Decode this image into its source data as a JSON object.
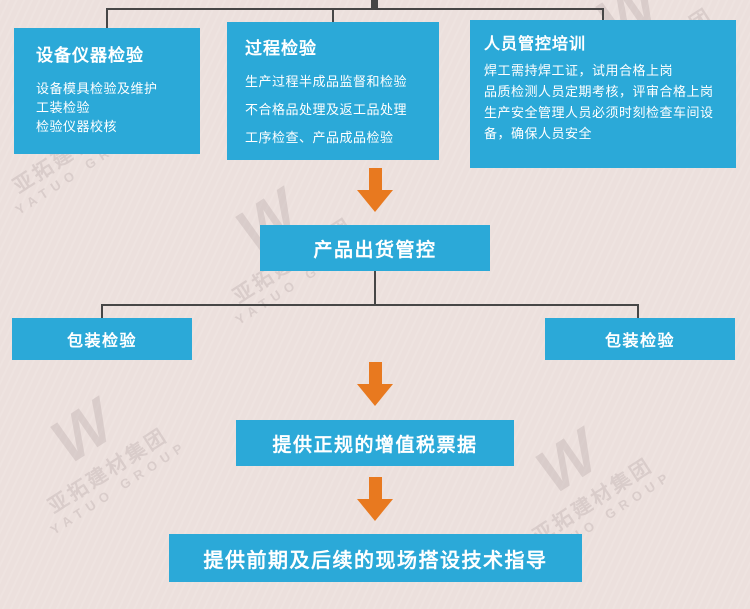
{
  "colors": {
    "background": "#ece0dd",
    "box_blue": "#2ba9d8",
    "arrow_orange": "#e8791f",
    "line": "#464646"
  },
  "watermark": {
    "logo": "W",
    "brand": "亚拓建材集团",
    "brand_en": "YATUO GROUP"
  },
  "top_row": [
    {
      "title": "设备仪器检验",
      "lines": [
        "设备模具检验及维护",
        "工装检验",
        "检验仪器校核"
      ]
    },
    {
      "title": "过程检验",
      "lines": [
        "生产过程半成品监督和检验",
        "不合格品处理及返工品处理",
        "工序检查、产品成品检验"
      ]
    },
    {
      "title": "人员管控培训",
      "lines": [
        "焊工需持焊工证，试用合格上岗",
        "品质检测人员定期考核，评审合格上岗",
        "生产安全管理人员必须时刻检查车间设备，确保人员安全"
      ]
    }
  ],
  "flow": {
    "shipment_control": "产品出货管控",
    "packing_left": "包装检验",
    "packing_right": "包装检验",
    "invoice": "提供正规的增值税票据",
    "guidance": "提供前期及后续的现场搭设技术指导"
  }
}
